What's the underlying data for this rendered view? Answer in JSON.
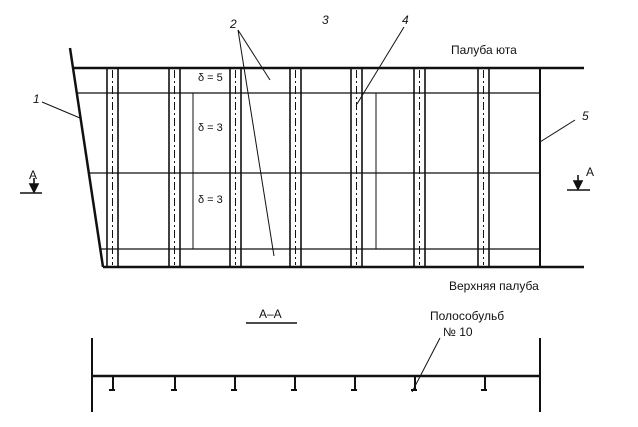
{
  "labels": {
    "poop_deck": "Палуба юта",
    "upper_deck": "Верхняя палуба",
    "section": "А–А",
    "section_mark_left": "А",
    "section_mark_right": "А",
    "profile_line1": "Полособульб",
    "profile_line2": "№ 10"
  },
  "callouts": {
    "c1": "1",
    "c2": "2",
    "c3": "3",
    "c4": "4",
    "c5": "5"
  },
  "thickness": {
    "t1": "δ = 5",
    "t2": "δ = 3",
    "t3": "δ = 3"
  }
}
